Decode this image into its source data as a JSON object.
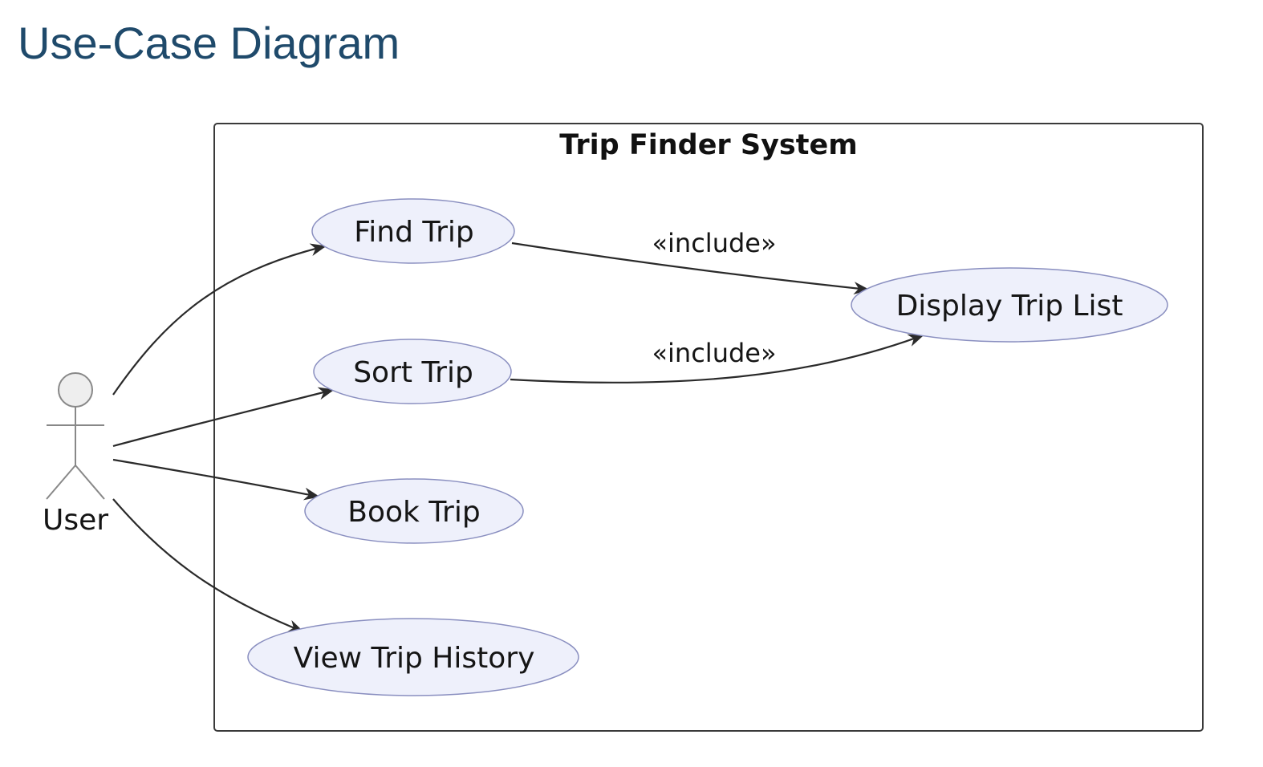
{
  "page": {
    "title": "Use-Case Diagram"
  },
  "colors": {
    "title": "#1f4a6b",
    "usecase_fill": "#eef0fb",
    "usecase_stroke": "#8a8fc0",
    "actor_fill": "#eeeeee",
    "line": "#2a2a2a"
  },
  "diagram": {
    "system": {
      "name": "Trip Finder System"
    },
    "actor": {
      "name": "User"
    },
    "usecases": {
      "find_trip": "Find Trip",
      "sort_trip": "Sort Trip",
      "book_trip": "Book Trip",
      "view_history": "View Trip History",
      "display_list": "Display Trip List"
    },
    "relations": {
      "find_include": "«include»",
      "sort_include": "«include»"
    }
  }
}
